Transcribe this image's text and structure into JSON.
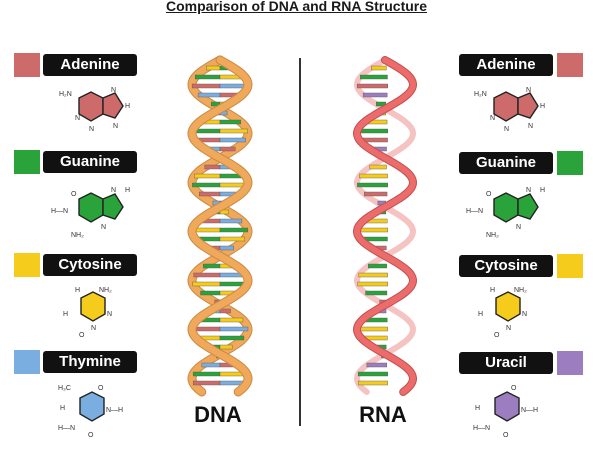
{
  "title": "Comparison of DNA and RNA Structure",
  "colors": {
    "adenine": "#cd6b6b",
    "guanine": "#2aa43a",
    "cytosine": "#f5cc1b",
    "thymine": "#7aaee0",
    "uracil": "#9c7ec0",
    "dna_backbone": "#f0a85a",
    "rna_backbone": "#ec6b6b"
  },
  "dna": {
    "label": "DNA",
    "bases": [
      {
        "name": "Adenine",
        "icon": "adenine-molecule-icon"
      },
      {
        "name": "Guanine",
        "icon": "guanine-molecule-icon"
      },
      {
        "name": "Cytosine",
        "icon": "cytosine-molecule-icon"
      },
      {
        "name": "Thymine",
        "icon": "thymine-molecule-icon"
      }
    ]
  },
  "rna": {
    "label": "RNA",
    "bases": [
      {
        "name": "Adenine",
        "icon": "adenine-molecule-icon"
      },
      {
        "name": "Guanine",
        "icon": "guanine-molecule-icon"
      },
      {
        "name": "Cytosine",
        "icon": "cytosine-molecule-icon"
      },
      {
        "name": "Uracil",
        "icon": "uracil-molecule-icon"
      }
    ]
  },
  "atom_labels": {
    "adenine": [
      "H₂N",
      "N",
      "H",
      "N",
      "N",
      "N"
    ],
    "guanine": [
      "O",
      "H",
      "H—N",
      "N",
      "N",
      "NH₂"
    ],
    "cytosine": [
      "NH₂",
      "H",
      "N",
      "N",
      "H",
      "O"
    ],
    "thymine": [
      "H₃C",
      "O",
      "H",
      "N—H",
      "H—N",
      "O"
    ],
    "uracil": [
      "O",
      "H",
      "N—H",
      "H—N",
      "O"
    ]
  }
}
